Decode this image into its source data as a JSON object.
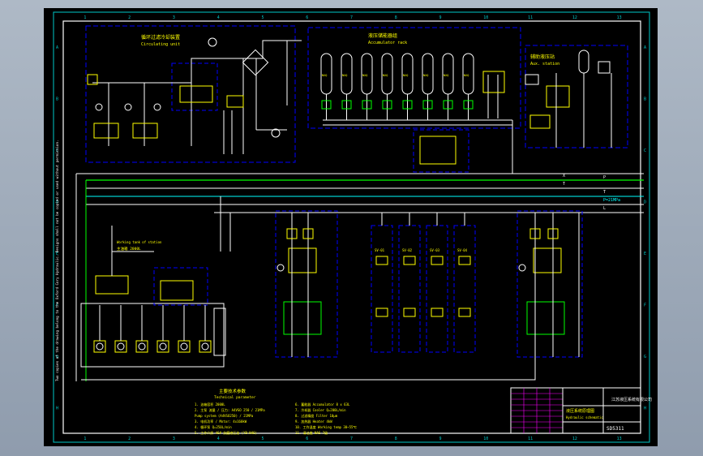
{
  "drawing": {
    "frame_columns": [
      "1",
      "2",
      "3",
      "4",
      "5",
      "6",
      "7",
      "8",
      "9",
      "10",
      "11",
      "12",
      "13"
    ],
    "frame_rows": [
      "A",
      "B",
      "C",
      "D",
      "E",
      "F",
      "G",
      "H"
    ],
    "side_note": "Two copies of the drawing belong to the Oxford Cory Hydraulic. Designs shall not be copied or used without permission."
  },
  "tank_group": {
    "title_line1": "液压储能器组",
    "title_line2": "Accumulator rack",
    "tank_label": "NXQ",
    "tank_count": 8
  },
  "left_station": {
    "title_line1": "循环过滤冷却装置",
    "title_line2": "Circulating unit"
  },
  "right_station": {
    "title_line1": "辅助液压站",
    "title_line2": "Aux. station"
  },
  "main_station": {
    "label_line1": "Working tank of station",
    "label_line2": "主油箱 2000L"
  },
  "lines": {
    "pressure": "P",
    "tank": "T",
    "drain": "L",
    "pressure_main": "P=21MPa",
    "return_main": "T",
    "pilot": "X"
  },
  "valve_columns": [
    {
      "label": "SV-01"
    },
    {
      "label": "SV-02"
    },
    {
      "label": "SV-03"
    },
    {
      "label": "SV-04"
    }
  ],
  "spec_block": {
    "heading": "主要技术参数",
    "heading_en": "Technical parameter",
    "left_items": [
      "1. 油箱容积  2000L",
      "2. 主泵 流量 / 压力: A4VSO 250 / 21MPa",
      "   Pump system (A4VSO250) / 21MPa",
      "3. 电机功率 / Motor: 4x160kW",
      "4. 循环泵 Q=250L/min",
      "5. 工作介质 46# 抗磨液压油 (YB-N46)"
    ],
    "right_items": [
      "6. 蓄能器 Accumulator 8 x 63L",
      "7. 冷却器 Cooler Q=200L/min",
      "8. 过滤精度 Filter 10μm",
      "9. 加热器 Heater 4kW",
      "10. 工作温度 Working temp 30~55℃",
      "11. 清洁度 NAS 7级"
    ]
  },
  "title_block": {
    "company": "江苏液压系统有限公司",
    "drawing_name": "液压系统原理图",
    "drawing_name_en": "Hydraulic schematic",
    "drawing_number": "SD5311"
  }
}
